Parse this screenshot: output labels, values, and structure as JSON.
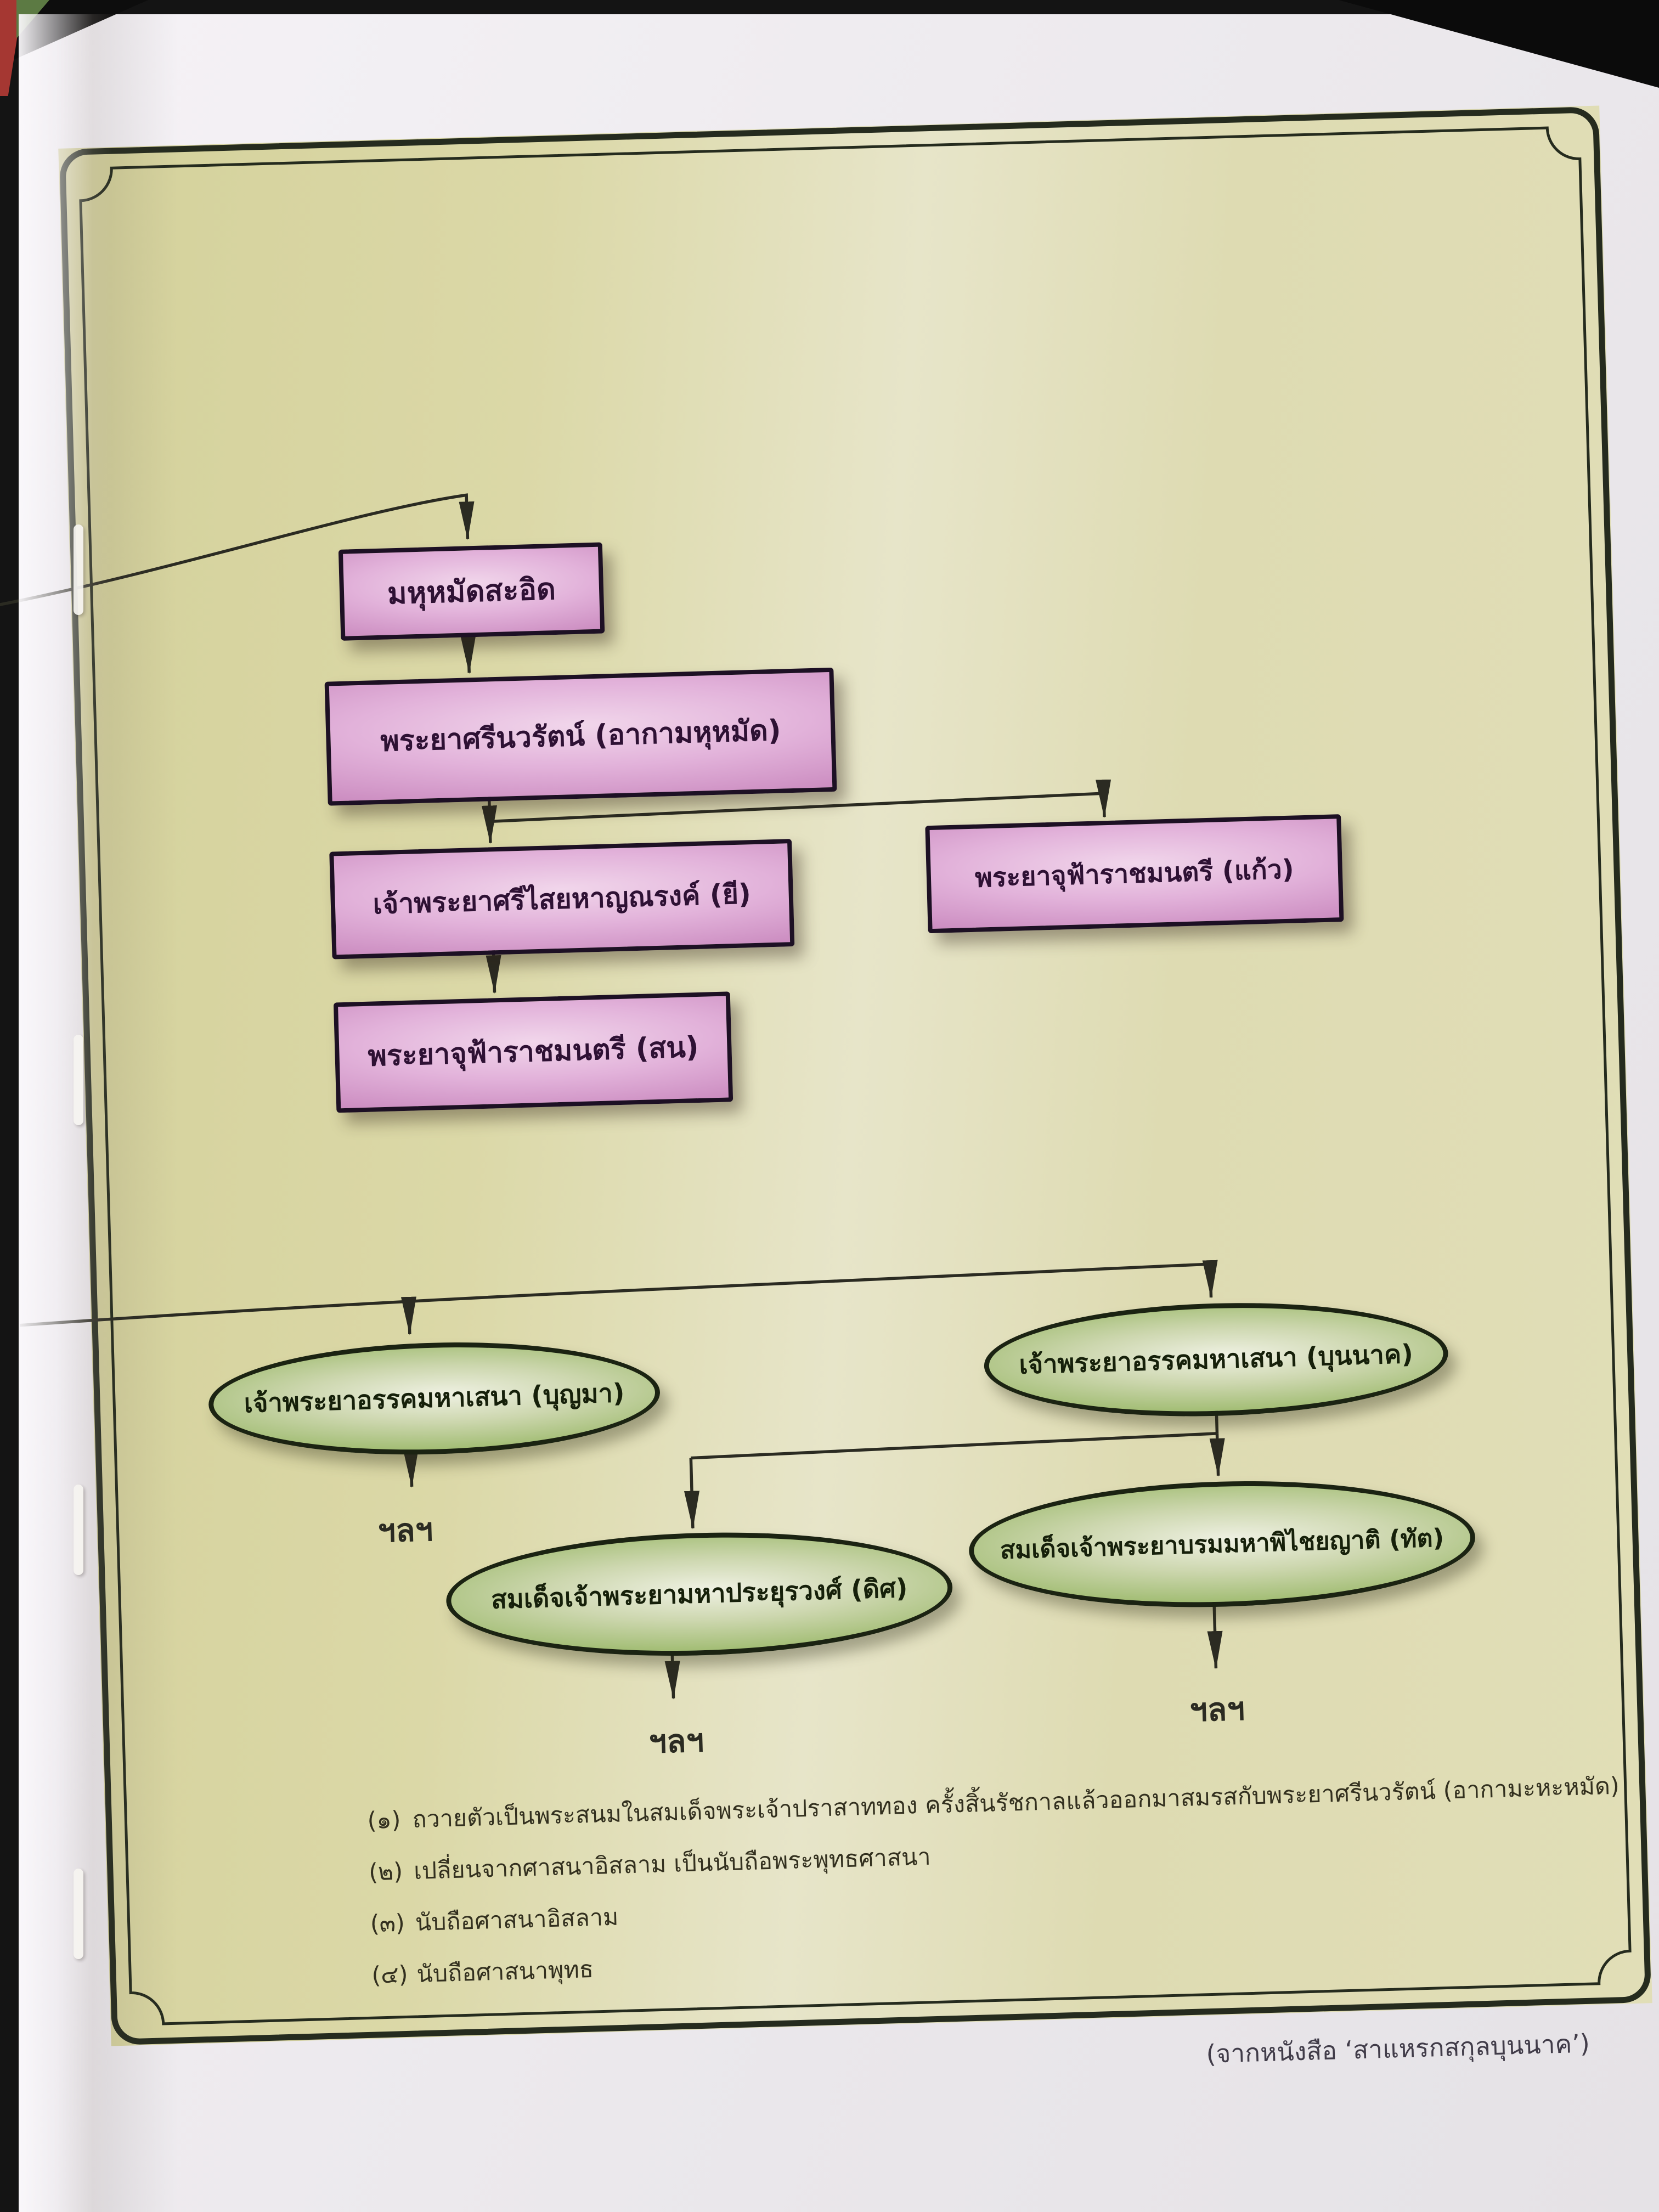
{
  "diagram": {
    "etc_label": "ฯลฯ",
    "nodes": [
      {
        "id": "muhammad-sa-id",
        "shape": "rect",
        "label": "มหุหมัดสะอิด"
      },
      {
        "id": "phraya-srinawarat-akam-muhammad",
        "shape": "rect",
        "label": "พระยาศรีนวรัตน์ (อากามหุหมัด)"
      },
      {
        "id": "chaophraya-srisaiyahan-narong-yi",
        "shape": "rect",
        "label": "เจ้าพระยาศรีไสยหาญณรงค์ (ยี)"
      },
      {
        "id": "phraya-chufa-rachamontri-kaew",
        "shape": "rect",
        "label": "พระยาจุฟ้าราชมนตรี (แก้ว)"
      },
      {
        "id": "phraya-chufa-rachamontri-son",
        "shape": "rect",
        "label": "พระยาจุฟ้าราชมนตรี (สน)"
      },
      {
        "id": "chaophraya-akkhamahasena-bunma",
        "shape": "ellipse",
        "label": "เจ้าพระยาอรรคมหาเสนา (บุญมา)"
      },
      {
        "id": "chaophraya-akkhamahasena-bunnag",
        "shape": "ellipse",
        "label": "เจ้าพระยาอรรคมหาเสนา (บุนนาค)"
      },
      {
        "id": "somdet-chaophraya-mahaprayurawong-dit",
        "shape": "ellipse",
        "label": "สมเด็จเจ้าพระยามหาประยุรวงศ์ (ดิศ)"
      },
      {
        "id": "somdet-chaophraya-borommaha-phichaiyat-that",
        "shape": "ellipse",
        "label": "สมเด็จเจ้าพระยาบรมมหาพิไชยญาติ (ทัต)"
      }
    ]
  },
  "footnotes": [
    {
      "num": "(๑)",
      "text": "ถวายตัวเป็นพระสนมในสมเด็จพระเจ้าปราสาททอง ครั้งสิ้นรัชกาลแล้วออกมาสมรสกับพระยาศรีนวรัตน์ (อากามะหะหมัด)"
    },
    {
      "num": "(๒)",
      "text": "เปลี่ยนจากศาสนาอิสลาม เป็นนับถือพระพุทธศาสนา"
    },
    {
      "num": "(๓)",
      "text": "นับถือศาสนาอิสลาม"
    },
    {
      "num": "(๔)",
      "text": "นับถือศาสนาพุทธ"
    }
  ],
  "caption": "(จากหนังสือ ‘สาแหรกสกุลบุนนาค’)",
  "colors": {
    "sheet_background": "#dcd9a8",
    "rect_node_fill": "#cf90c5",
    "ellipse_node_fill": "#96b466",
    "frame_line": "#252b1e",
    "connector_line": "#2b2b22",
    "page_background": "#ece9ed"
  }
}
